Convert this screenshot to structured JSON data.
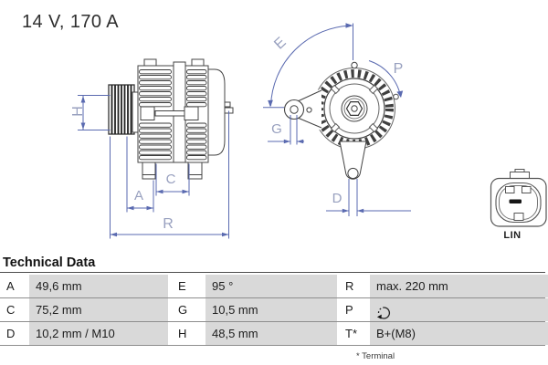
{
  "title": "14 V, 170 A",
  "diagram": {
    "labels": {
      "H": "H",
      "A": "A",
      "C": "C",
      "R": "R",
      "E": "E",
      "P": "P",
      "G": "G",
      "D": "D"
    },
    "connector_label": "LIN",
    "views": [
      "alternator-side-view",
      "alternator-front-view",
      "connector-detail"
    ],
    "colors": {
      "dimension_line_blue": "#5a6ab0",
      "dimension_label_blue": "#98a0bf",
      "drawing_line_dark": "#444444"
    }
  },
  "table": {
    "heading": "Technical Data",
    "footnote": "* Terminal",
    "colors": {
      "value_cell_bg": "#d9d9d9",
      "grid_line": "#8e8e8e"
    },
    "rows": [
      {
        "cells": [
          {
            "key": "A",
            "value": "49,6 mm"
          },
          {
            "key": "E",
            "value": "95 °"
          },
          {
            "key": "R",
            "value": "max. 220 mm"
          }
        ]
      },
      {
        "cells": [
          {
            "key": "C",
            "value": "75,2 mm"
          },
          {
            "key": "G",
            "value": "10,5 mm"
          },
          {
            "key": "P",
            "value": "",
            "icon": "rotation-direction-icon"
          }
        ]
      },
      {
        "cells": [
          {
            "key": "D",
            "value": "10,2 mm / M10"
          },
          {
            "key": "H",
            "value": "48,5 mm"
          },
          {
            "key": "T*",
            "value": "B+(M8)"
          }
        ]
      }
    ]
  }
}
